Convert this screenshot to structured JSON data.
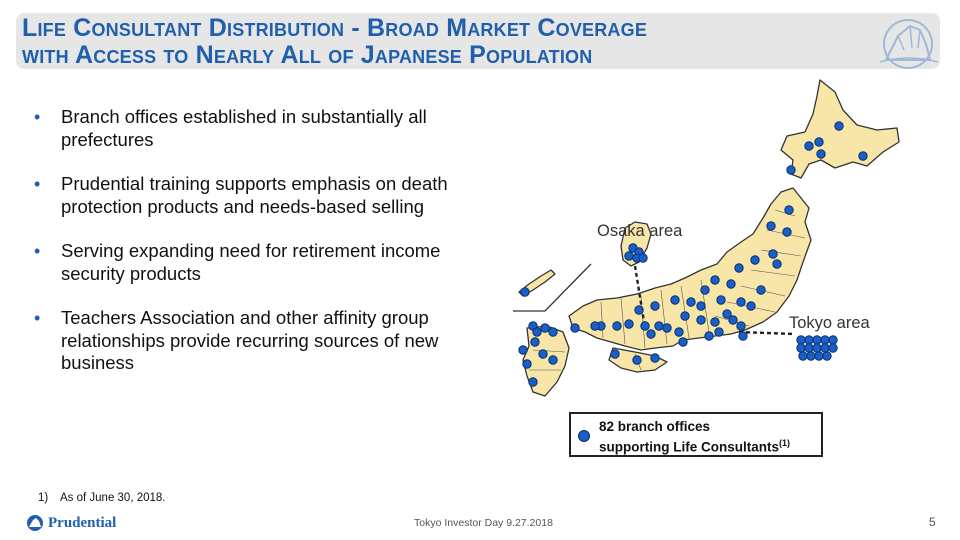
{
  "header": {
    "title_line1": "Life Consultant Distribution - Broad Market Coverage",
    "title_line2": "with Access to Nearly All of Japanese Population",
    "title_color": "#1f5fae",
    "band_color": "#e6e6e6"
  },
  "bullets": [
    "Branch offices established in substantially all prefectures",
    "Prudential training supports emphasis on death protection products and needs-based selling",
    "Serving expanding need for retirement income security products",
    "Teachers Association and other affinity group relationships provide recurring sources of new business"
  ],
  "map": {
    "osaka_label": "Osaka area",
    "tokyo_label": "Tokyo area",
    "land_color": "#f7e6a7",
    "dot_color": "#1a5fc7"
  },
  "legend": {
    "line1": "82 branch offices",
    "line2": "supporting Life Consultants",
    "footnote_ref": "(1)"
  },
  "footnote": {
    "number": "1)",
    "text": "As of June 30, 2018."
  },
  "footer": {
    "logo_text": "Prudential",
    "center_text": "Tokyo Investor Day 9.27.2018",
    "page_number": "5"
  },
  "icons": {
    "corner_logo": "rock-of-gibraltar-icon",
    "footer_logo": "rock-of-gibraltar-icon",
    "bullet": "bullet-dot"
  }
}
